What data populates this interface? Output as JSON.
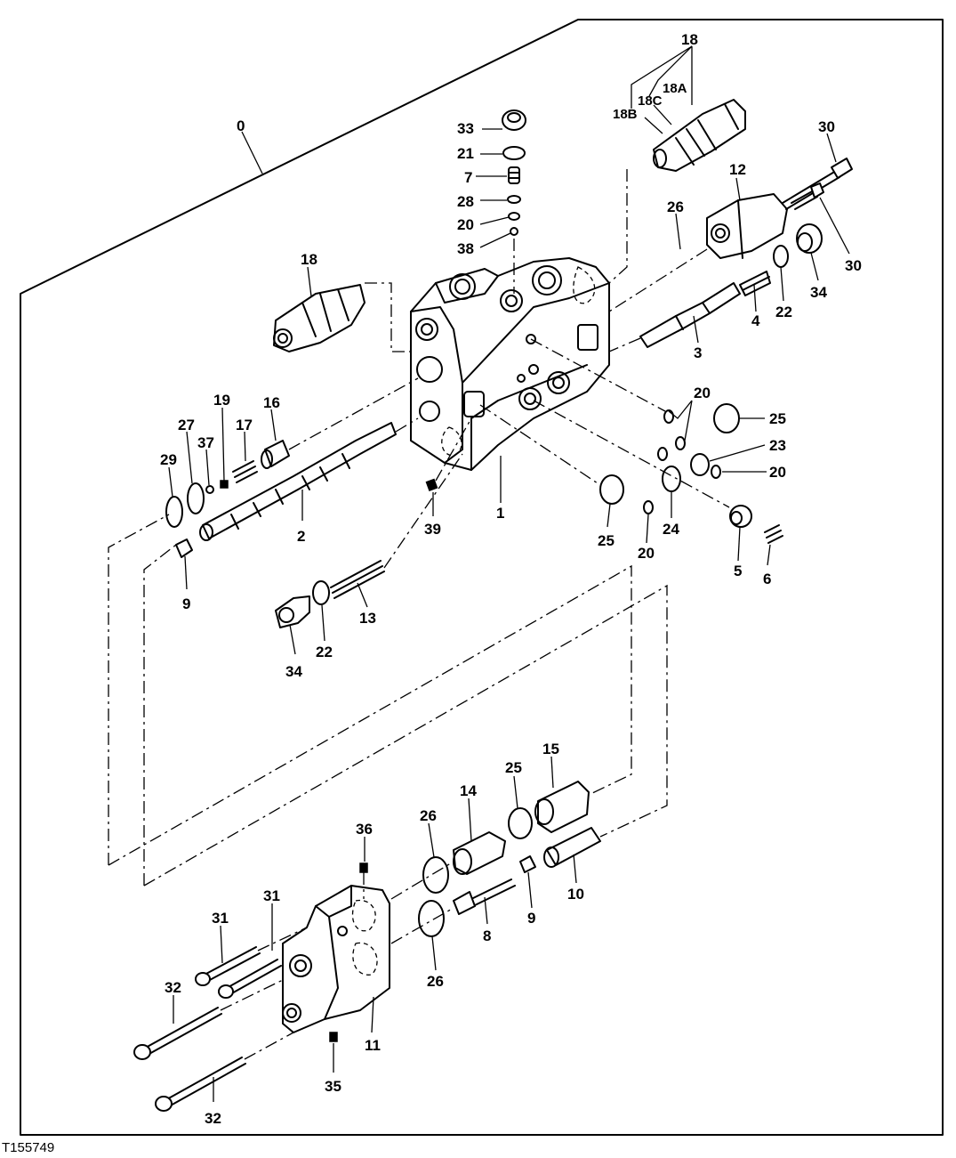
{
  "figure": {
    "reference_code": "T155749",
    "callouts": {
      "c0": "0",
      "c1": "1",
      "c2": "2",
      "c3": "3",
      "c4": "4",
      "c5": "5",
      "c6": "6",
      "c7": "7",
      "c8": "8",
      "c9a": "9",
      "c9b": "9",
      "c10": "10",
      "c11": "11",
      "c12": "12",
      "c13": "13",
      "c14": "14",
      "c15": "15",
      "c16": "16",
      "c17": "17",
      "c18": "18",
      "c18top": "18",
      "c18A": "18A",
      "c18B": "18B",
      "c18C": "18C",
      "c19": "19",
      "c20a": "20",
      "c20b": "20",
      "c20c": "20",
      "c20d": "20",
      "c21": "21",
      "c22a": "22",
      "c22b": "22",
      "c23": "23",
      "c24": "24",
      "c25a": "25",
      "c25b": "25",
      "c25c": "25",
      "c26a": "26",
      "c26b": "26",
      "c26c": "26",
      "c27": "27",
      "c28": "28",
      "c29": "29",
      "c30a": "30",
      "c30b": "30",
      "c31a": "31",
      "c31b": "31",
      "c32a": "32",
      "c32b": "32",
      "c33": "33",
      "c34a": "34",
      "c34b": "34",
      "c35": "35",
      "c36": "36",
      "c37": "37",
      "c38": "38",
      "c39": "39"
    }
  }
}
